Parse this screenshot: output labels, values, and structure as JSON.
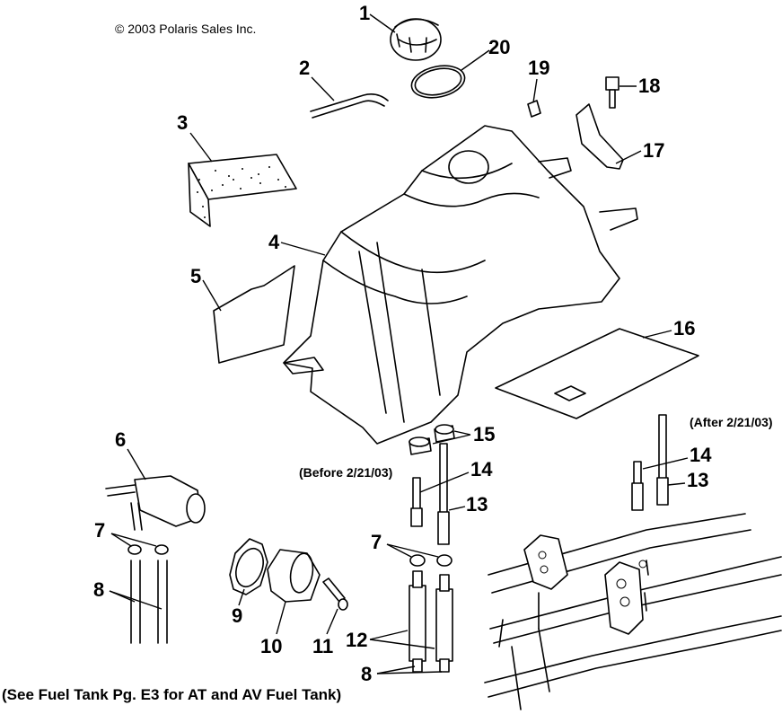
{
  "copyright": "© 2003 Polaris Sales Inc.",
  "footer_note": "(See Fuel Tank Pg. E3 for AT and AV Fuel Tank)",
  "notes": {
    "before": "(Before 2/21/03)",
    "after": "(After 2/21/03)"
  },
  "callouts": {
    "c1": "1",
    "c2": "2",
    "c3": "3",
    "c4": "4",
    "c5": "5",
    "c6": "6",
    "c7a": "7",
    "c7b": "7",
    "c8a": "8",
    "c8b": "8",
    "c9": "9",
    "c10": "10",
    "c11": "11",
    "c12": "12",
    "c13a": "13",
    "c13b": "13",
    "c14a": "14",
    "c14b": "14",
    "c15": "15",
    "c16": "16",
    "c17": "17",
    "c18": "18",
    "c19": "19",
    "c20": "20"
  }
}
